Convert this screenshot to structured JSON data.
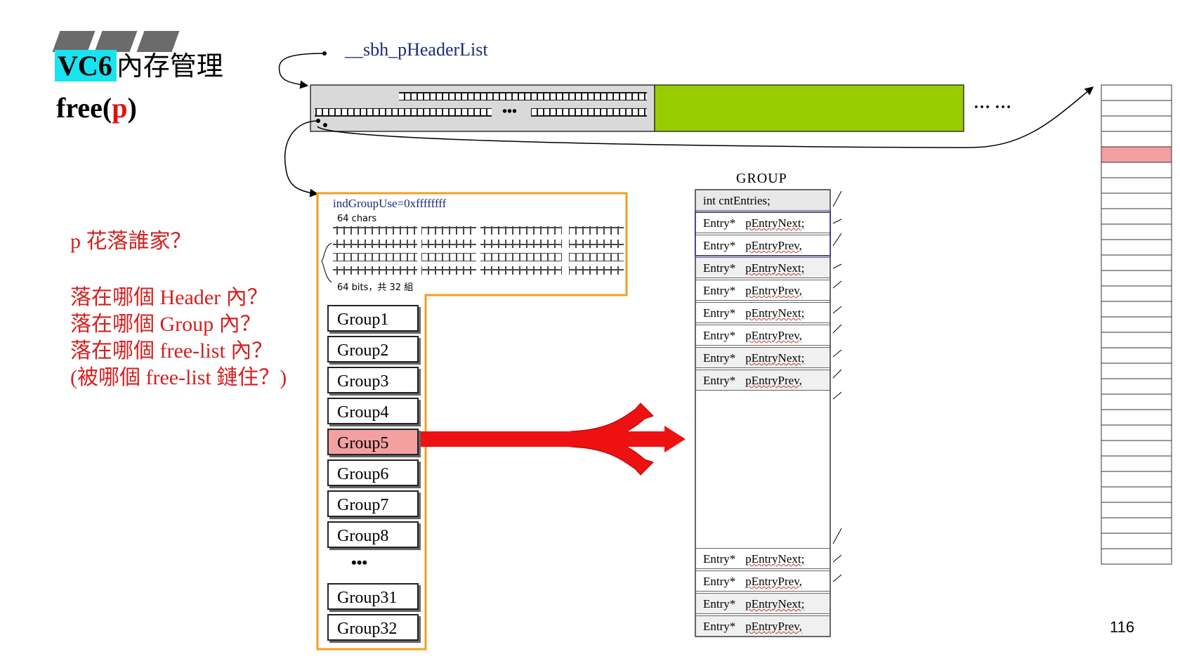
{
  "title": {
    "highlight": "VC6",
    "rest": "內存管理",
    "subtitle_prefix": "free(",
    "subtitle_p": "p",
    "subtitle_suffix": ")"
  },
  "questions": [
    "p 花落誰家？",
    "落在哪個 Header 內？",
    "落在哪個 Group 內？",
    "落在哪個 free-list 內？",
    "(被哪個 free-list 鏈住？)"
  ],
  "header_list_label": "__sbh_pHeaderList",
  "header_dots_mid": "•••",
  "header_dots_right": "… …",
  "region": {
    "ind_group_use": "indGroupUse=0xffffffff",
    "chars_label": "64 chars",
    "bits_label": "64 bits，共 32 組"
  },
  "groups": [
    "Group1",
    "Group2",
    "Group3",
    "Group4",
    "Group5",
    "Group6",
    "Group7",
    "Group8"
  ],
  "groups_tail": [
    "Group31",
    "Group32"
  ],
  "groups_ellipsis": "•••",
  "highlighted_group": "Group5",
  "group_struct": {
    "title": "GROUP",
    "count_field": "int  cntEntries;",
    "entries_top": [
      {
        "type": "Entry*",
        "name": "pEntryNext;"
      },
      {
        "type": "Entry*",
        "name": "pEntryPrev,"
      },
      {
        "type": "Entry*",
        "name": "pEntryNext;"
      },
      {
        "type": "Entry*",
        "name": "pEntryPrev,"
      },
      {
        "type": "Entry*",
        "name": "pEntryNext;"
      },
      {
        "type": "Entry*",
        "name": "pEntryPrev,"
      },
      {
        "type": "Entry*",
        "name": "pEntryNext;"
      },
      {
        "type": "Entry*",
        "name": "pEntryPrev,"
      }
    ],
    "entries_bottom": [
      {
        "type": "Entry*",
        "name": "pEntryNext;"
      },
      {
        "type": "Entry*",
        "name": "pEntryPrev,"
      },
      {
        "type": "Entry*",
        "name": "pEntryNext;"
      },
      {
        "type": "Entry*",
        "name": "pEntryPrev,"
      }
    ]
  },
  "colors": {
    "title_highlight": "#19e3f0",
    "question_text": "#d42020",
    "region_green": "#99cc00",
    "region_outline": "#f0a020",
    "highlight_pink": "#f4a0a0",
    "arrow_red": "#ee1111",
    "header_label_blue": "#1c2c7a"
  },
  "page_number": "116"
}
